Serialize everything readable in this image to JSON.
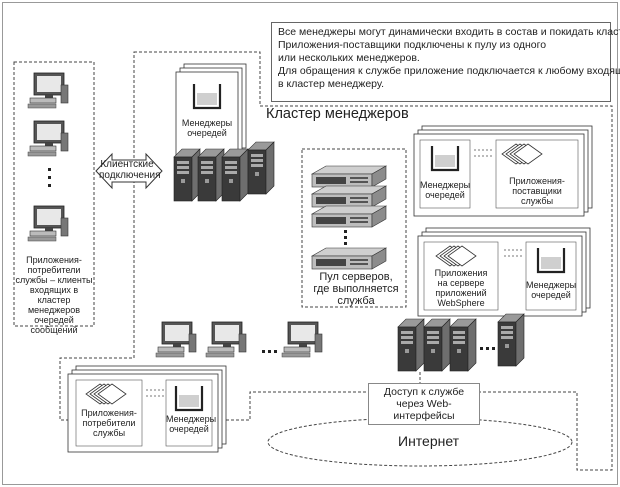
{
  "note": {
    "lines": [
      "Все менеджеры могут динамически входить в состав и покидать кластер.",
      "Приложения-поставщики подключены к пулу из одного",
      "или нескольких менеджеров.",
      "Для обращения к службе приложение подключается к любому входящему",
      "в кластер менеджеру."
    ]
  },
  "cluster_title": "Кластер менеджеров",
  "client_connections": [
    "Клиентские",
    "подключения"
  ],
  "left_clients_caption": [
    "Приложения-",
    "потребители",
    "службы – клиенты",
    "входящих в кластер",
    "менеджеров",
    "очередей",
    "сообщений"
  ],
  "queue_managers_top": [
    "Менеджеры",
    "очередей"
  ],
  "queue_managers_right": [
    "Менеджеры",
    "очередей"
  ],
  "providers": [
    "Приложения-",
    "поставщики",
    "службы"
  ],
  "websphere_apps": [
    "Приложения",
    "на сервере",
    "приложений",
    "WebSphere"
  ],
  "queue_managers_ws": [
    "Менеджеры",
    "очередей"
  ],
  "server_pool": [
    "Пул серверов,",
    "где выполняется",
    "служба"
  ],
  "bottom_consumers": [
    "Приложения-",
    "потребители",
    "службы"
  ],
  "queue_managers_bottom": [
    "Менеджеры",
    "очередей"
  ],
  "web_access": [
    "Доступ к службе",
    "через Web-интерфейсы"
  ],
  "internet": "Интернет",
  "icons": [
    "desktop-computer-icon",
    "tower-server-icon",
    "rack-server-icon",
    "queue-manager-icon",
    "application-stack-icon"
  ],
  "colors": {
    "server_dark": "#3a3a3a",
    "server_light": "#bdbdbd",
    "line": "#555555"
  }
}
